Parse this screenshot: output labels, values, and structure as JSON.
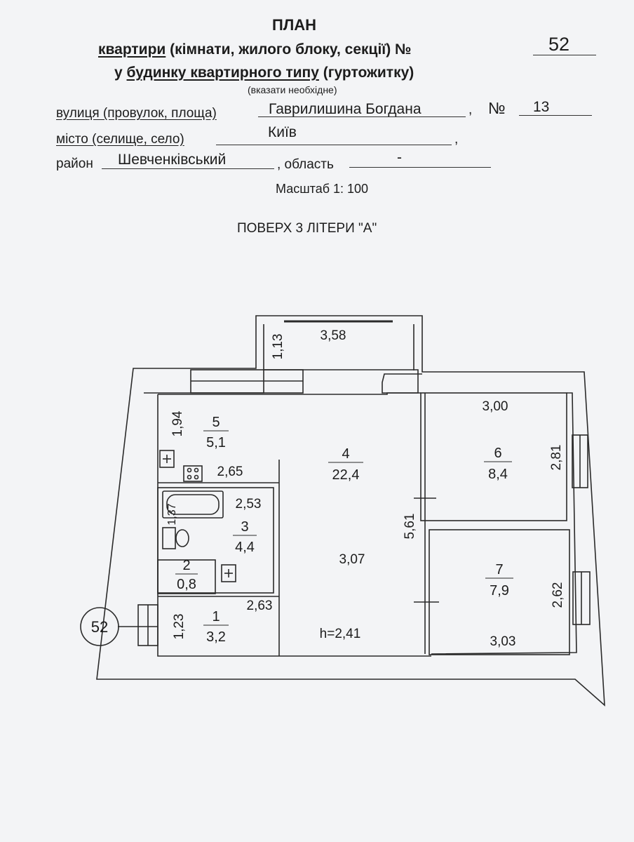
{
  "header": {
    "title": "ПЛАН",
    "line1_a": "квартири",
    "line1_b": " (кімнати, жилого блоку, секції) №",
    "apartment_no": "52",
    "line2_a": "у ",
    "line2_b": "будинку квартирного типу",
    "line2_c": " (гуртожитку)",
    "note": "(вказати необхідне)"
  },
  "address": {
    "street_label": "вулиця (провулок, площа)",
    "street_value": "Гаврилишина Богдана",
    "comma": ",",
    "no_label": "№",
    "house_no": "13",
    "city_label": "місто (селище, село)",
    "city_value": "Київ",
    "district_label": "район",
    "district_value": "Шевченківський",
    "region_label": ", область",
    "region_value": "-"
  },
  "scale": "Масштаб 1: 100",
  "floor_title": "ПОВЕРХ  3  ЛІТЕРИ \"А\"",
  "plan": {
    "apartment_marker": "52",
    "dims": {
      "balcony_depth": "1,13",
      "balcony_width": "3,58",
      "kitchen_height": "1,94",
      "kitchen_width": "2,65",
      "bath_width": "2,53",
      "bath_height": "1,37",
      "hall_length": "5,61",
      "corridor_width": "2,63",
      "room4_width": "3,07",
      "entry_height": "1,23",
      "ceiling_height": "h=2,41",
      "room6_width": "3,00",
      "room6_height": "2,81",
      "room7_width": "3,03",
      "room7_height": "2,62"
    },
    "rooms": [
      {
        "no": "1",
        "area": "3,2"
      },
      {
        "no": "2",
        "area": "0,8"
      },
      {
        "no": "3",
        "area": "4,4"
      },
      {
        "no": "4",
        "area": "22,4"
      },
      {
        "no": "5",
        "area": "5,1"
      },
      {
        "no": "6",
        "area": "8,4"
      },
      {
        "no": "7",
        "area": "7,9"
      }
    ]
  }
}
